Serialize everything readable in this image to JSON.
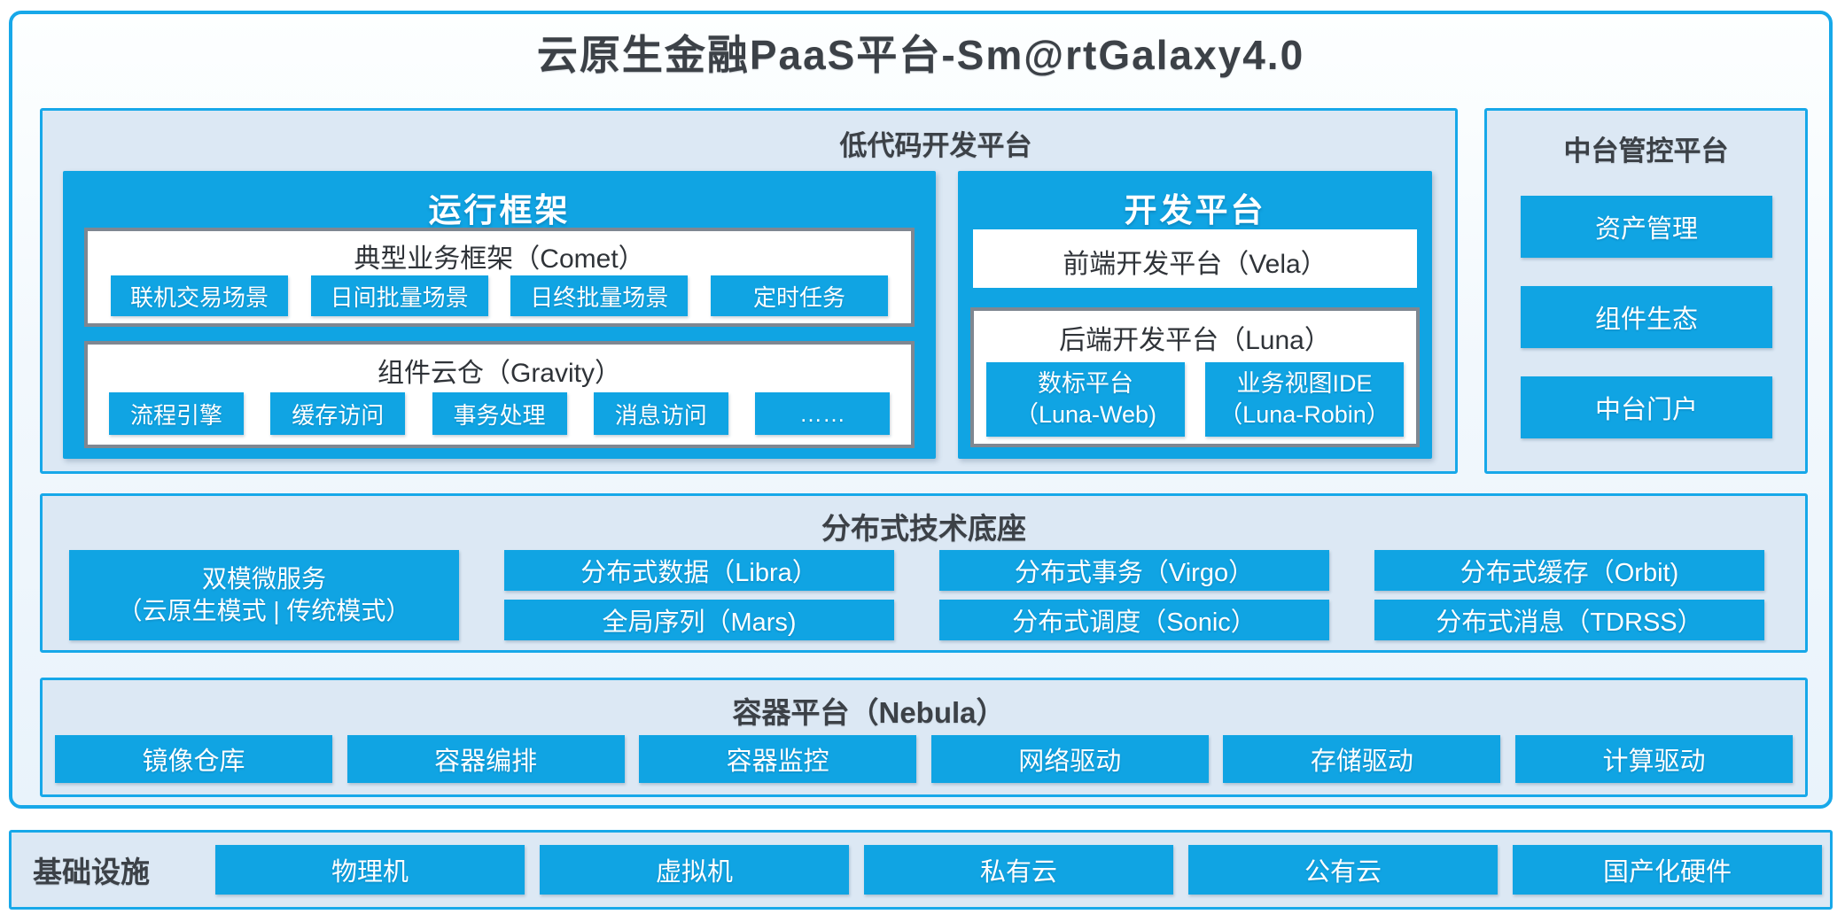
{
  "title": "云原生金融PaaS平台-Sm@rtGalaxy4.0",
  "colors": {
    "accent": "#10a4e3",
    "panel_border": "#17a8e9",
    "panel_bg": "#dce8f4",
    "dark_text": "#3c4147",
    "gray_border": "#7f8791"
  },
  "lowcode": {
    "header": "低代码开发平台",
    "runtime": {
      "title": "运行框架",
      "comet": {
        "title": "典型业务框架（Comet）",
        "chips": [
          "联机交易场景",
          "日间批量场景",
          "日终批量场景",
          "定时任务"
        ]
      },
      "gravity": {
        "title": "组件云仓（Gravity）",
        "chips": [
          "流程引擎",
          "缓存访问",
          "事务处理",
          "消息访问",
          "……"
        ]
      }
    },
    "dev": {
      "title": "开发平台",
      "vela": "前端开发平台（Vela）",
      "luna": {
        "title": "后端开发平台（Luna）",
        "chips": [
          {
            "line1": "数标平台",
            "line2": "（Luna-Web)"
          },
          {
            "line1": "业务视图IDE",
            "line2": "（Luna-Robin）"
          }
        ]
      }
    }
  },
  "midplatform": {
    "header": "中台管控平台",
    "chips": [
      "资产管理",
      "组件生态",
      "中台门户"
    ]
  },
  "distributed": {
    "header": "分布式技术底座",
    "dual_mode": {
      "line1": "双模微服务",
      "line2": "（云原生模式 | 传统模式）"
    },
    "columns": [
      [
        "分布式数据（Libra）",
        "全局序列（Mars)"
      ],
      [
        "分布式事务（Virgo）",
        "分布式调度（Sonic）"
      ],
      [
        "分布式缓存（Orbit)",
        "分布式消息（TDRSS）"
      ]
    ]
  },
  "container_platform": {
    "header": "容器平台（Nebula）",
    "chips": [
      "镜像仓库",
      "容器编排",
      "容器监控",
      "网络驱动",
      "存储驱动",
      "计算驱动"
    ]
  },
  "infrastructure": {
    "label": "基础设施",
    "chips": [
      "物理机",
      "虚拟机",
      "私有云",
      "公有云",
      "国产化硬件"
    ]
  }
}
